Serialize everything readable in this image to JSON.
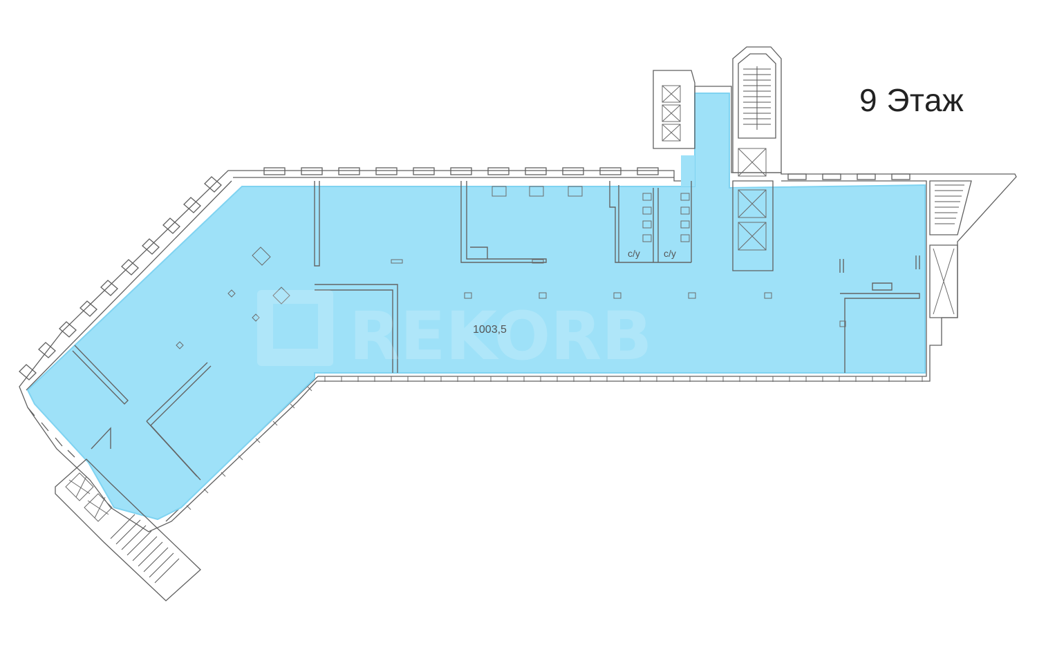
{
  "floor_plan": {
    "title": "9 Этаж",
    "area_label": "1003,5",
    "restroom_labels": [
      "с/у",
      "с/у"
    ],
    "watermark": "REKORB",
    "colors": {
      "highlight_fill": "#9ee1f8",
      "highlight_edge": "#7fd3f1",
      "wall": "#5f5f5f",
      "background": "#ffffff"
    }
  }
}
